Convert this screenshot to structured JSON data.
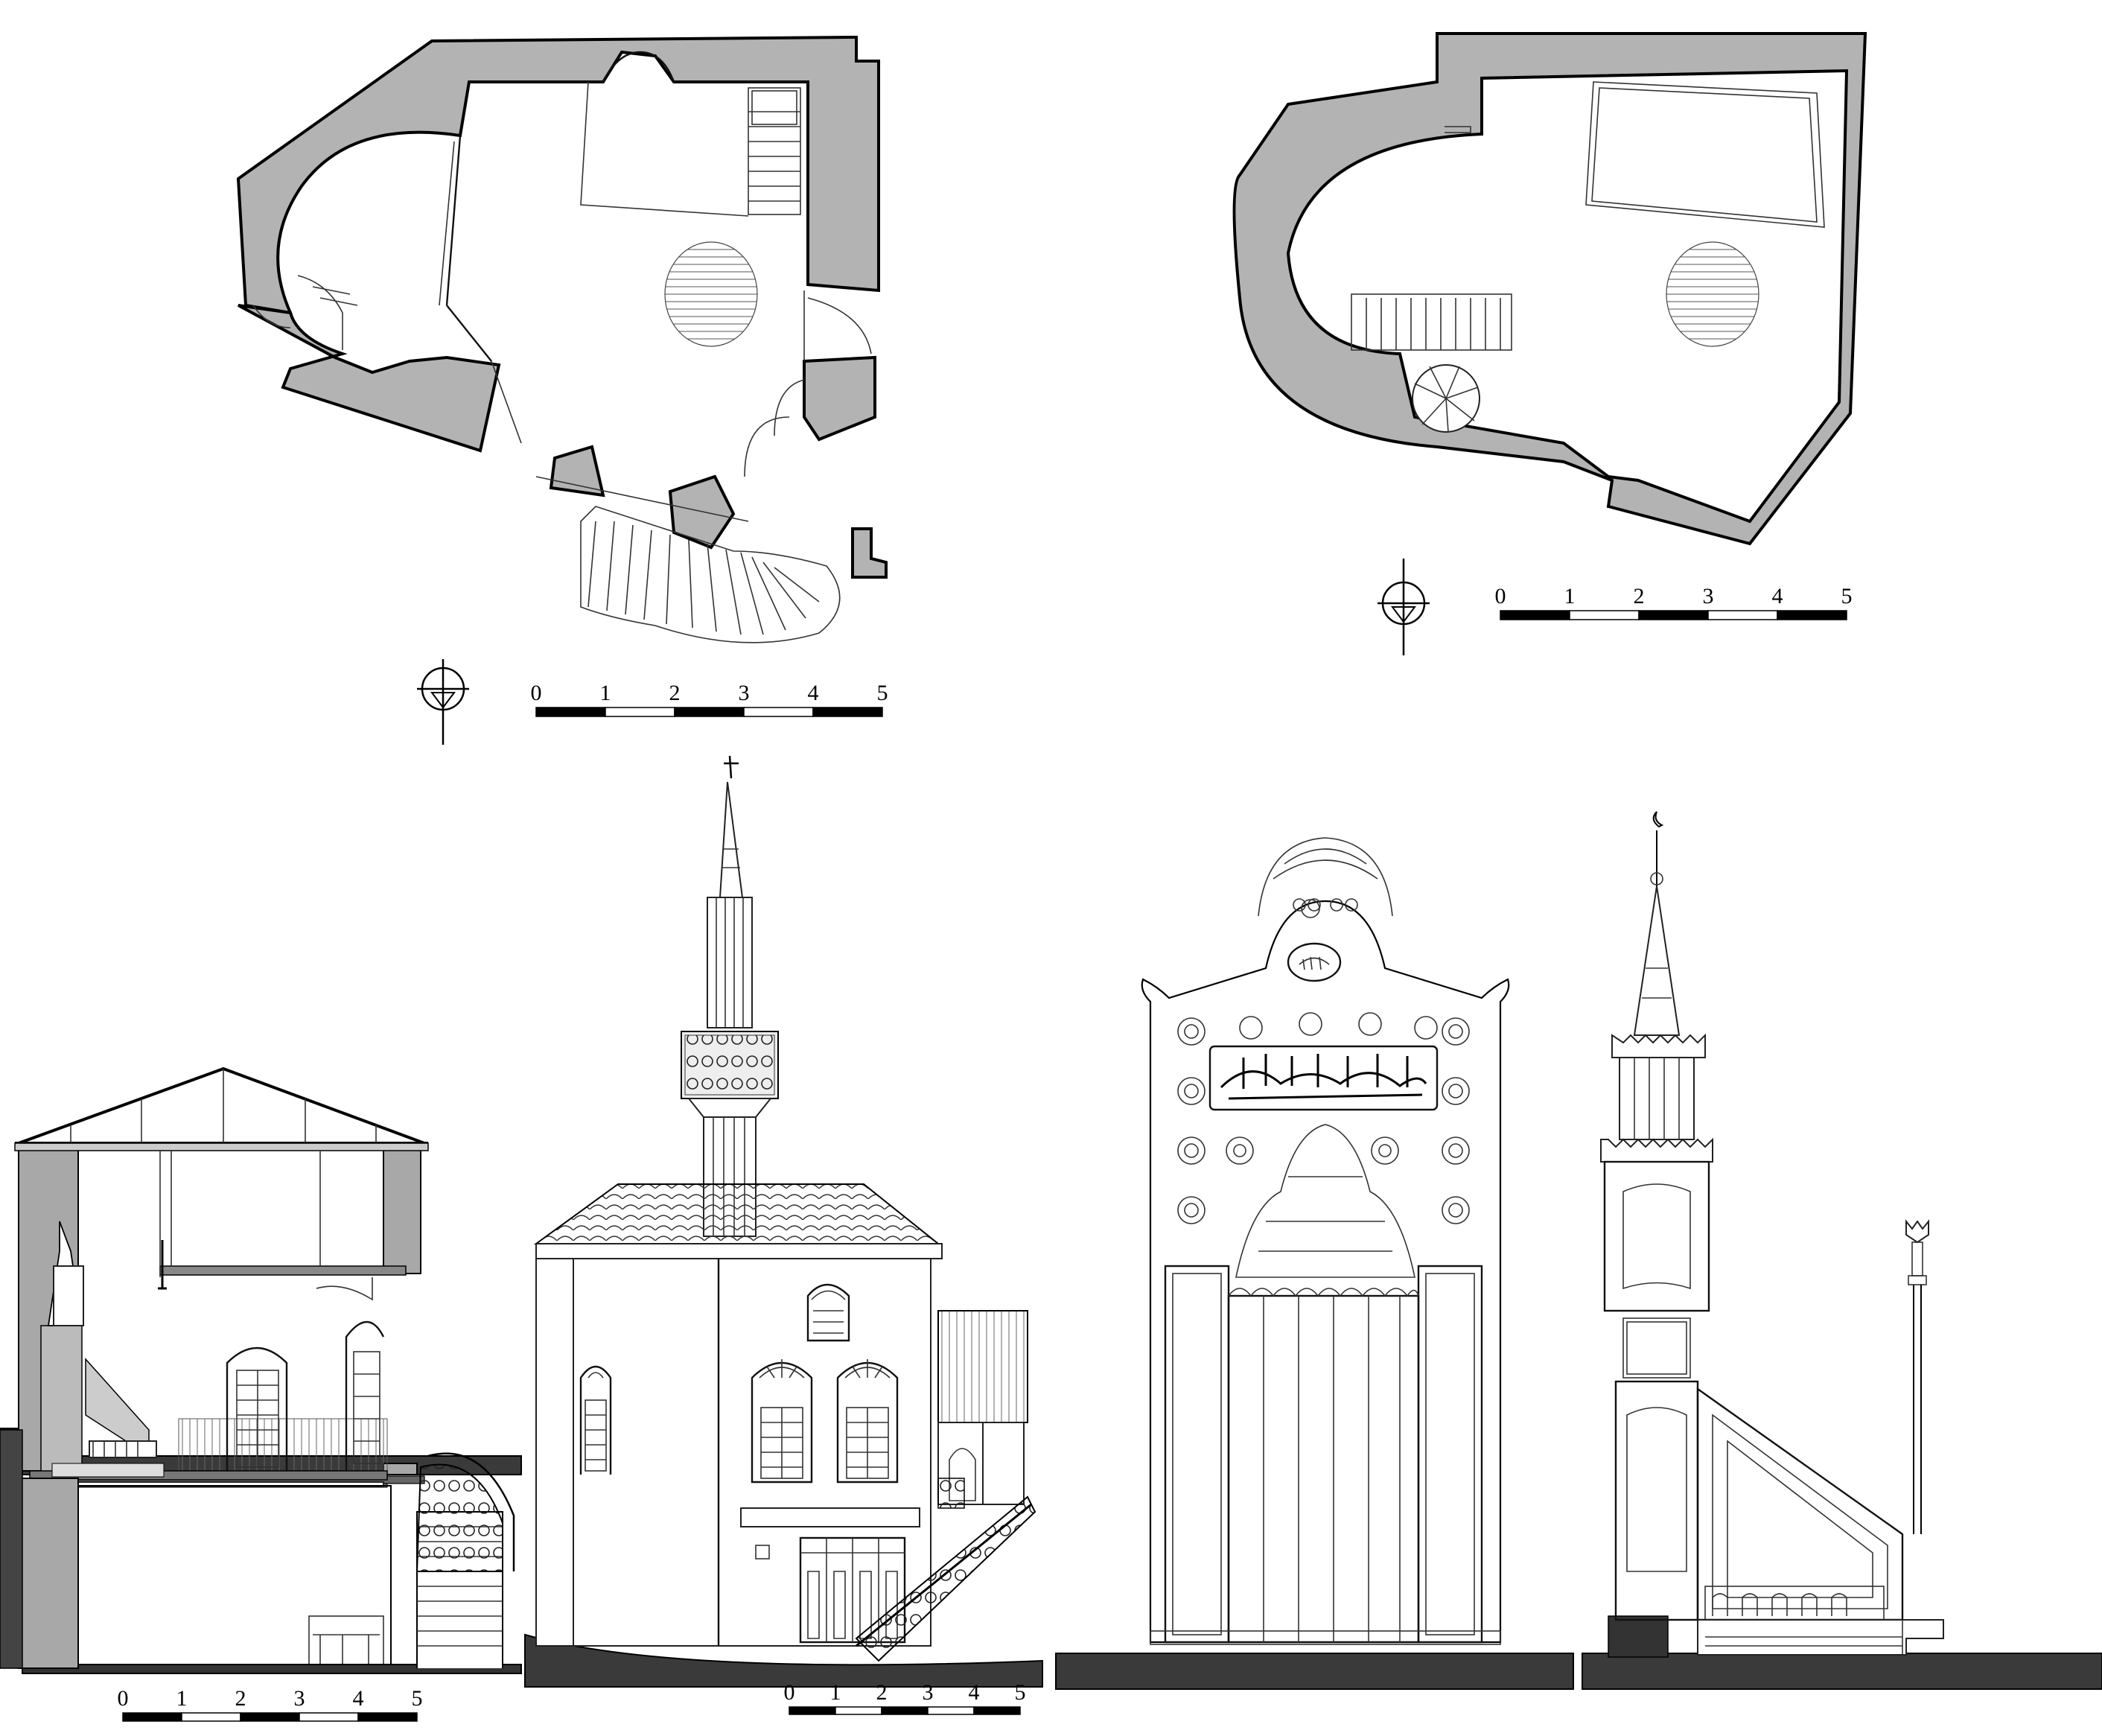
{
  "scale_bars": [
    {
      "id": "plan-ground",
      "labels": [
        "0",
        "1",
        "2",
        "3",
        "4",
        "5"
      ]
    },
    {
      "id": "plan-upper",
      "labels": [
        "0",
        "1",
        "2",
        "3",
        "4",
        "5"
      ]
    },
    {
      "id": "section",
      "labels": [
        "0",
        "1",
        "2",
        "3",
        "4",
        "5"
      ]
    },
    {
      "id": "elevation",
      "labels": [
        "0",
        "1",
        "2",
        "3",
        "4",
        "5"
      ]
    }
  ],
  "colors": {
    "wall_fill": "#b3b3b3",
    "ground_fill": "#3a3a3a",
    "line": "#000000"
  },
  "icons": {
    "north_arrow": "north-arrow-icon"
  },
  "calligraphy_panels": [
    {
      "id": "mihrab-inscription",
      "kind": "decorative-arabic-calligraphy"
    },
    {
      "id": "mihrab-medallion",
      "kind": "decorative-arabic-calligraphy"
    }
  ]
}
